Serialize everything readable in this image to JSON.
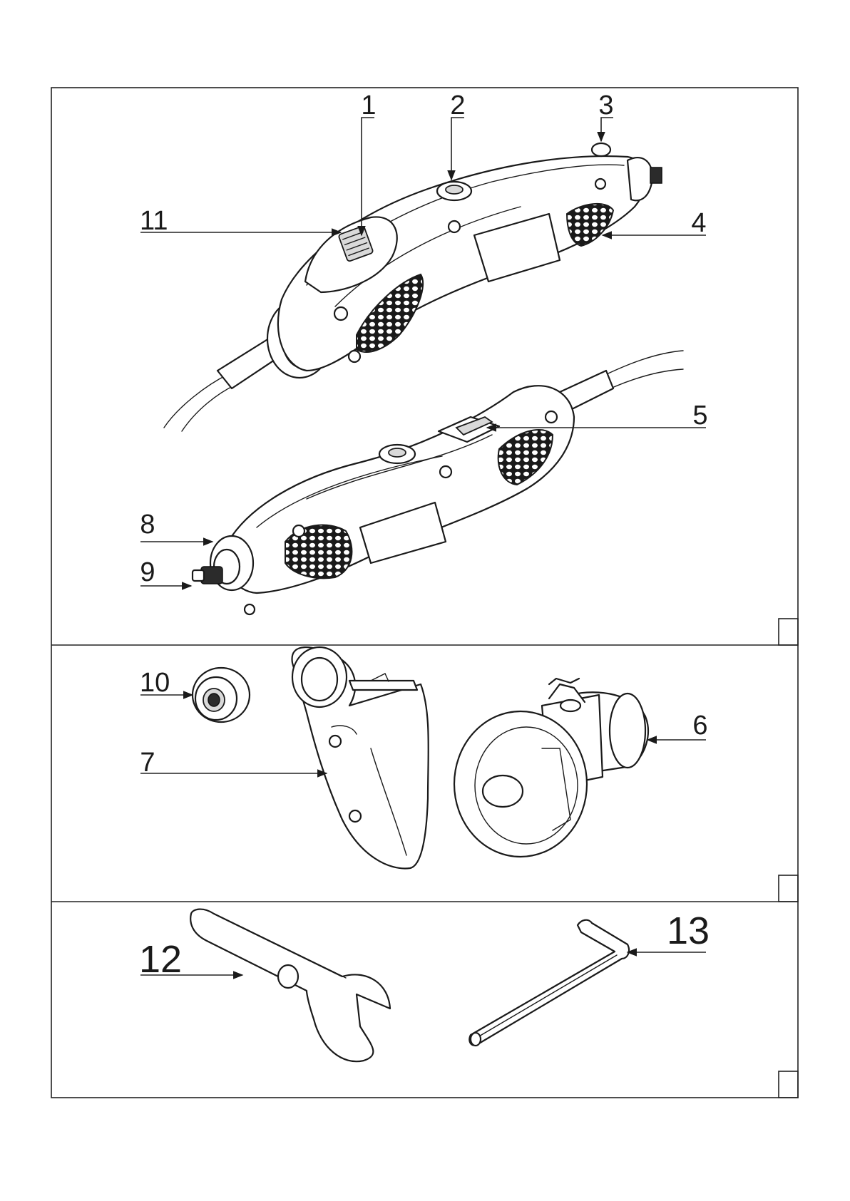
{
  "figure": {
    "panels": [
      {
        "id": "tool",
        "corner_box_label": ""
      },
      {
        "id": "accessories",
        "corner_box_label": ""
      },
      {
        "id": "keys",
        "corner_box_label": ""
      }
    ],
    "callouts": {
      "c1": "1",
      "c2": "2",
      "c3": "3",
      "c4": "4",
      "c5": "5",
      "c6": "6",
      "c7": "7",
      "c8": "8",
      "c9": "9",
      "c10": "10",
      "c11": "11",
      "c12": "12",
      "c13": "13"
    },
    "colors": {
      "line": "#1a1a1a",
      "frame": "#222222",
      "fill": "#ffffff",
      "shade": "#d9d9d9"
    }
  }
}
